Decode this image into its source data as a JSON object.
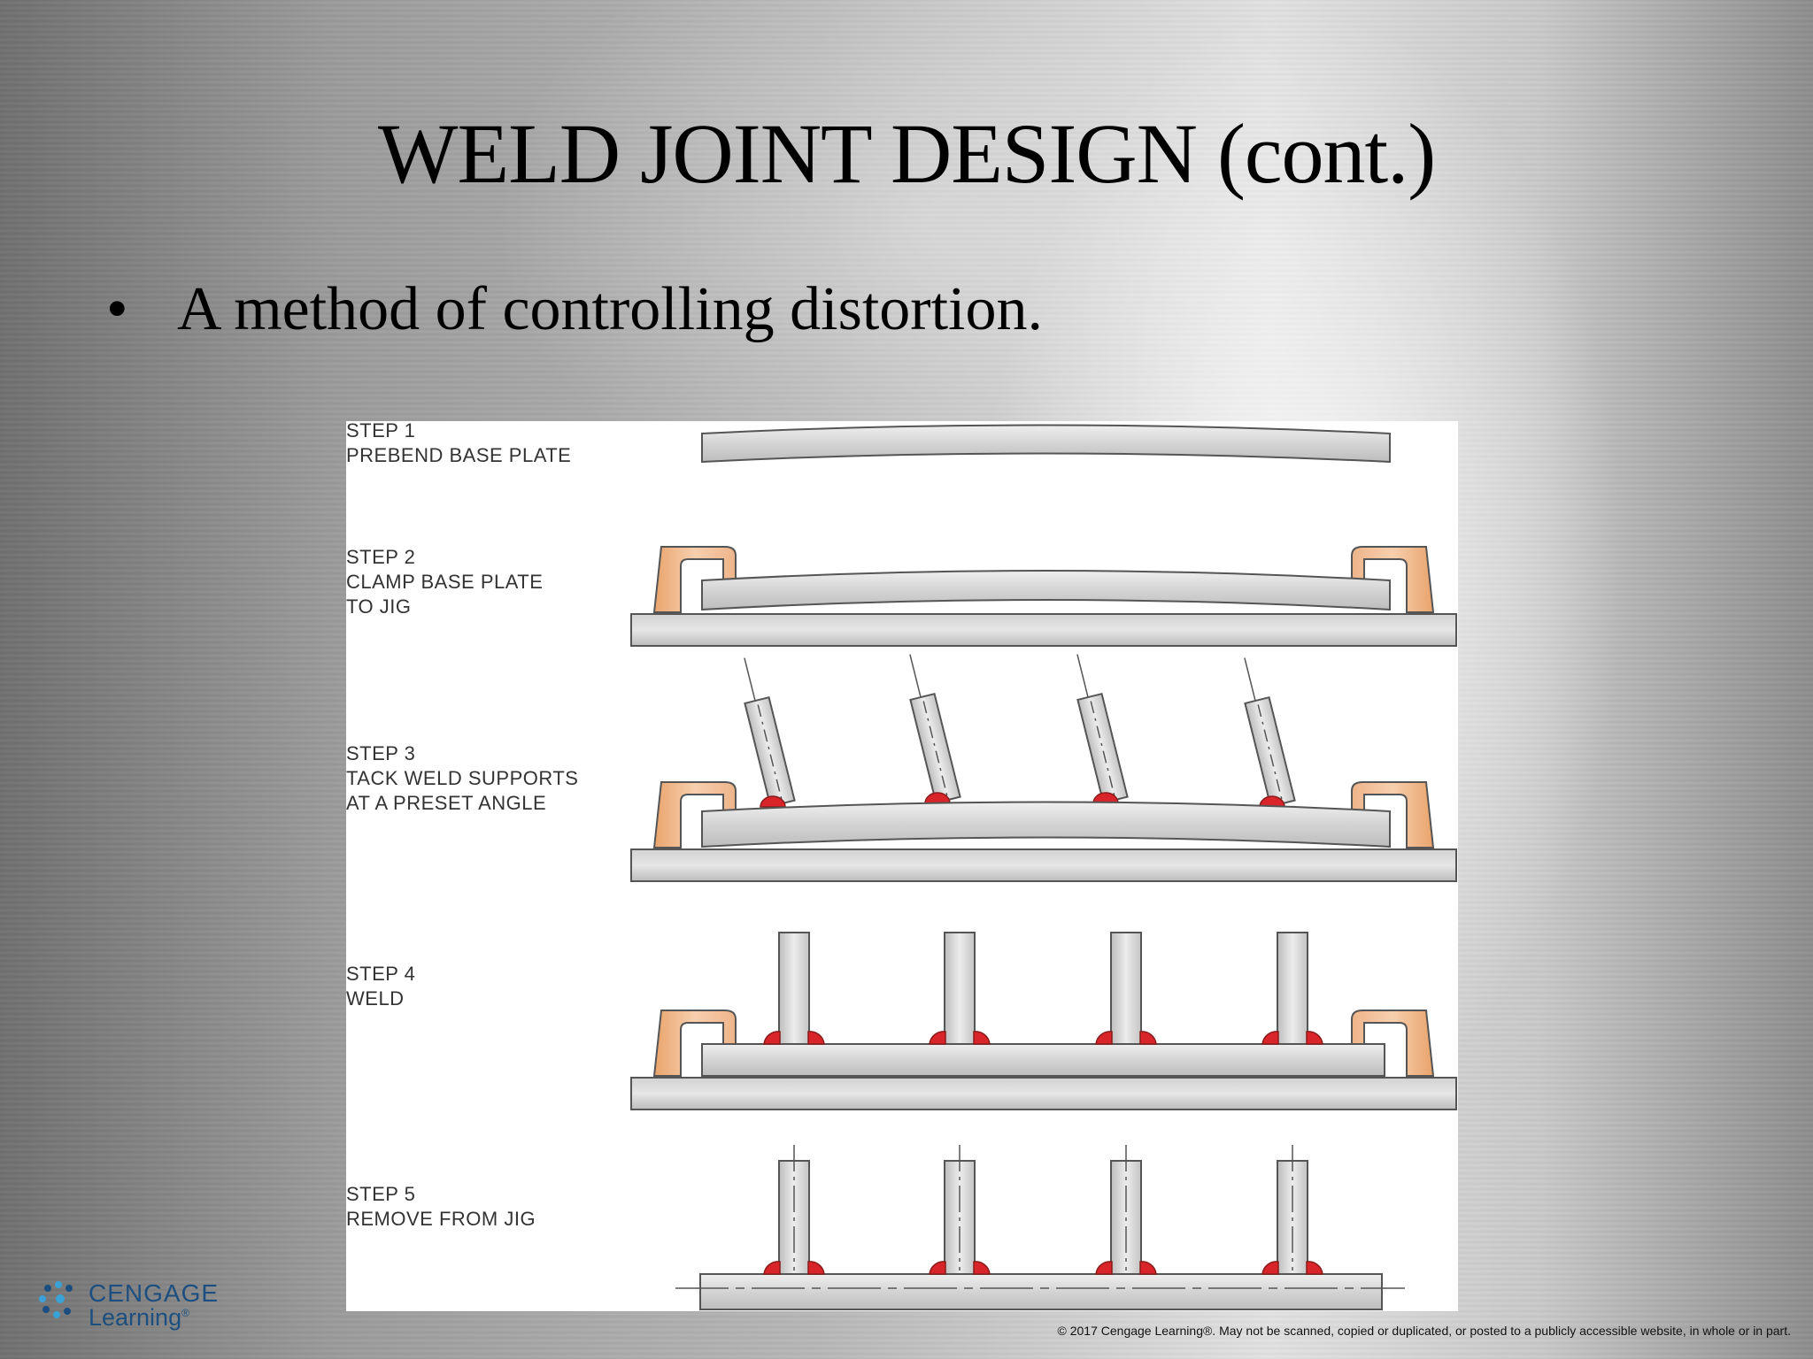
{
  "slide": {
    "title": "WELD JOINT DESIGN (cont.)",
    "bullet_marker": "•",
    "bullet": "A method of controlling distortion."
  },
  "diagram": {
    "steps": [
      {
        "lines": [
          "STEP 1",
          "PREBEND BASE PLATE"
        ]
      },
      {
        "lines": [
          "STEP 2",
          "CLAMP BASE PLATE",
          "TO JIG"
        ]
      },
      {
        "lines": [
          "STEP 3",
          "TACK WELD SUPPORTS",
          "AT A PRESET ANGLE"
        ]
      },
      {
        "lines": [
          "STEP 4",
          "WELD"
        ]
      },
      {
        "lines": [
          "STEP 5",
          "REMOVE FROM JIG"
        ]
      }
    ],
    "colors": {
      "plate": "#d6d6d6",
      "clamp": "#f0b383",
      "weld": "#d9252a",
      "outline": "#555555"
    }
  },
  "branding": {
    "logo_word_1": "CENGAGE",
    "logo_word_2": "Learning",
    "logo_mark": "®",
    "copyright": "© 2017 Cengage Learning®. May not be scanned, copied or duplicated, or posted to a publicly accessible website, in whole or in part."
  }
}
